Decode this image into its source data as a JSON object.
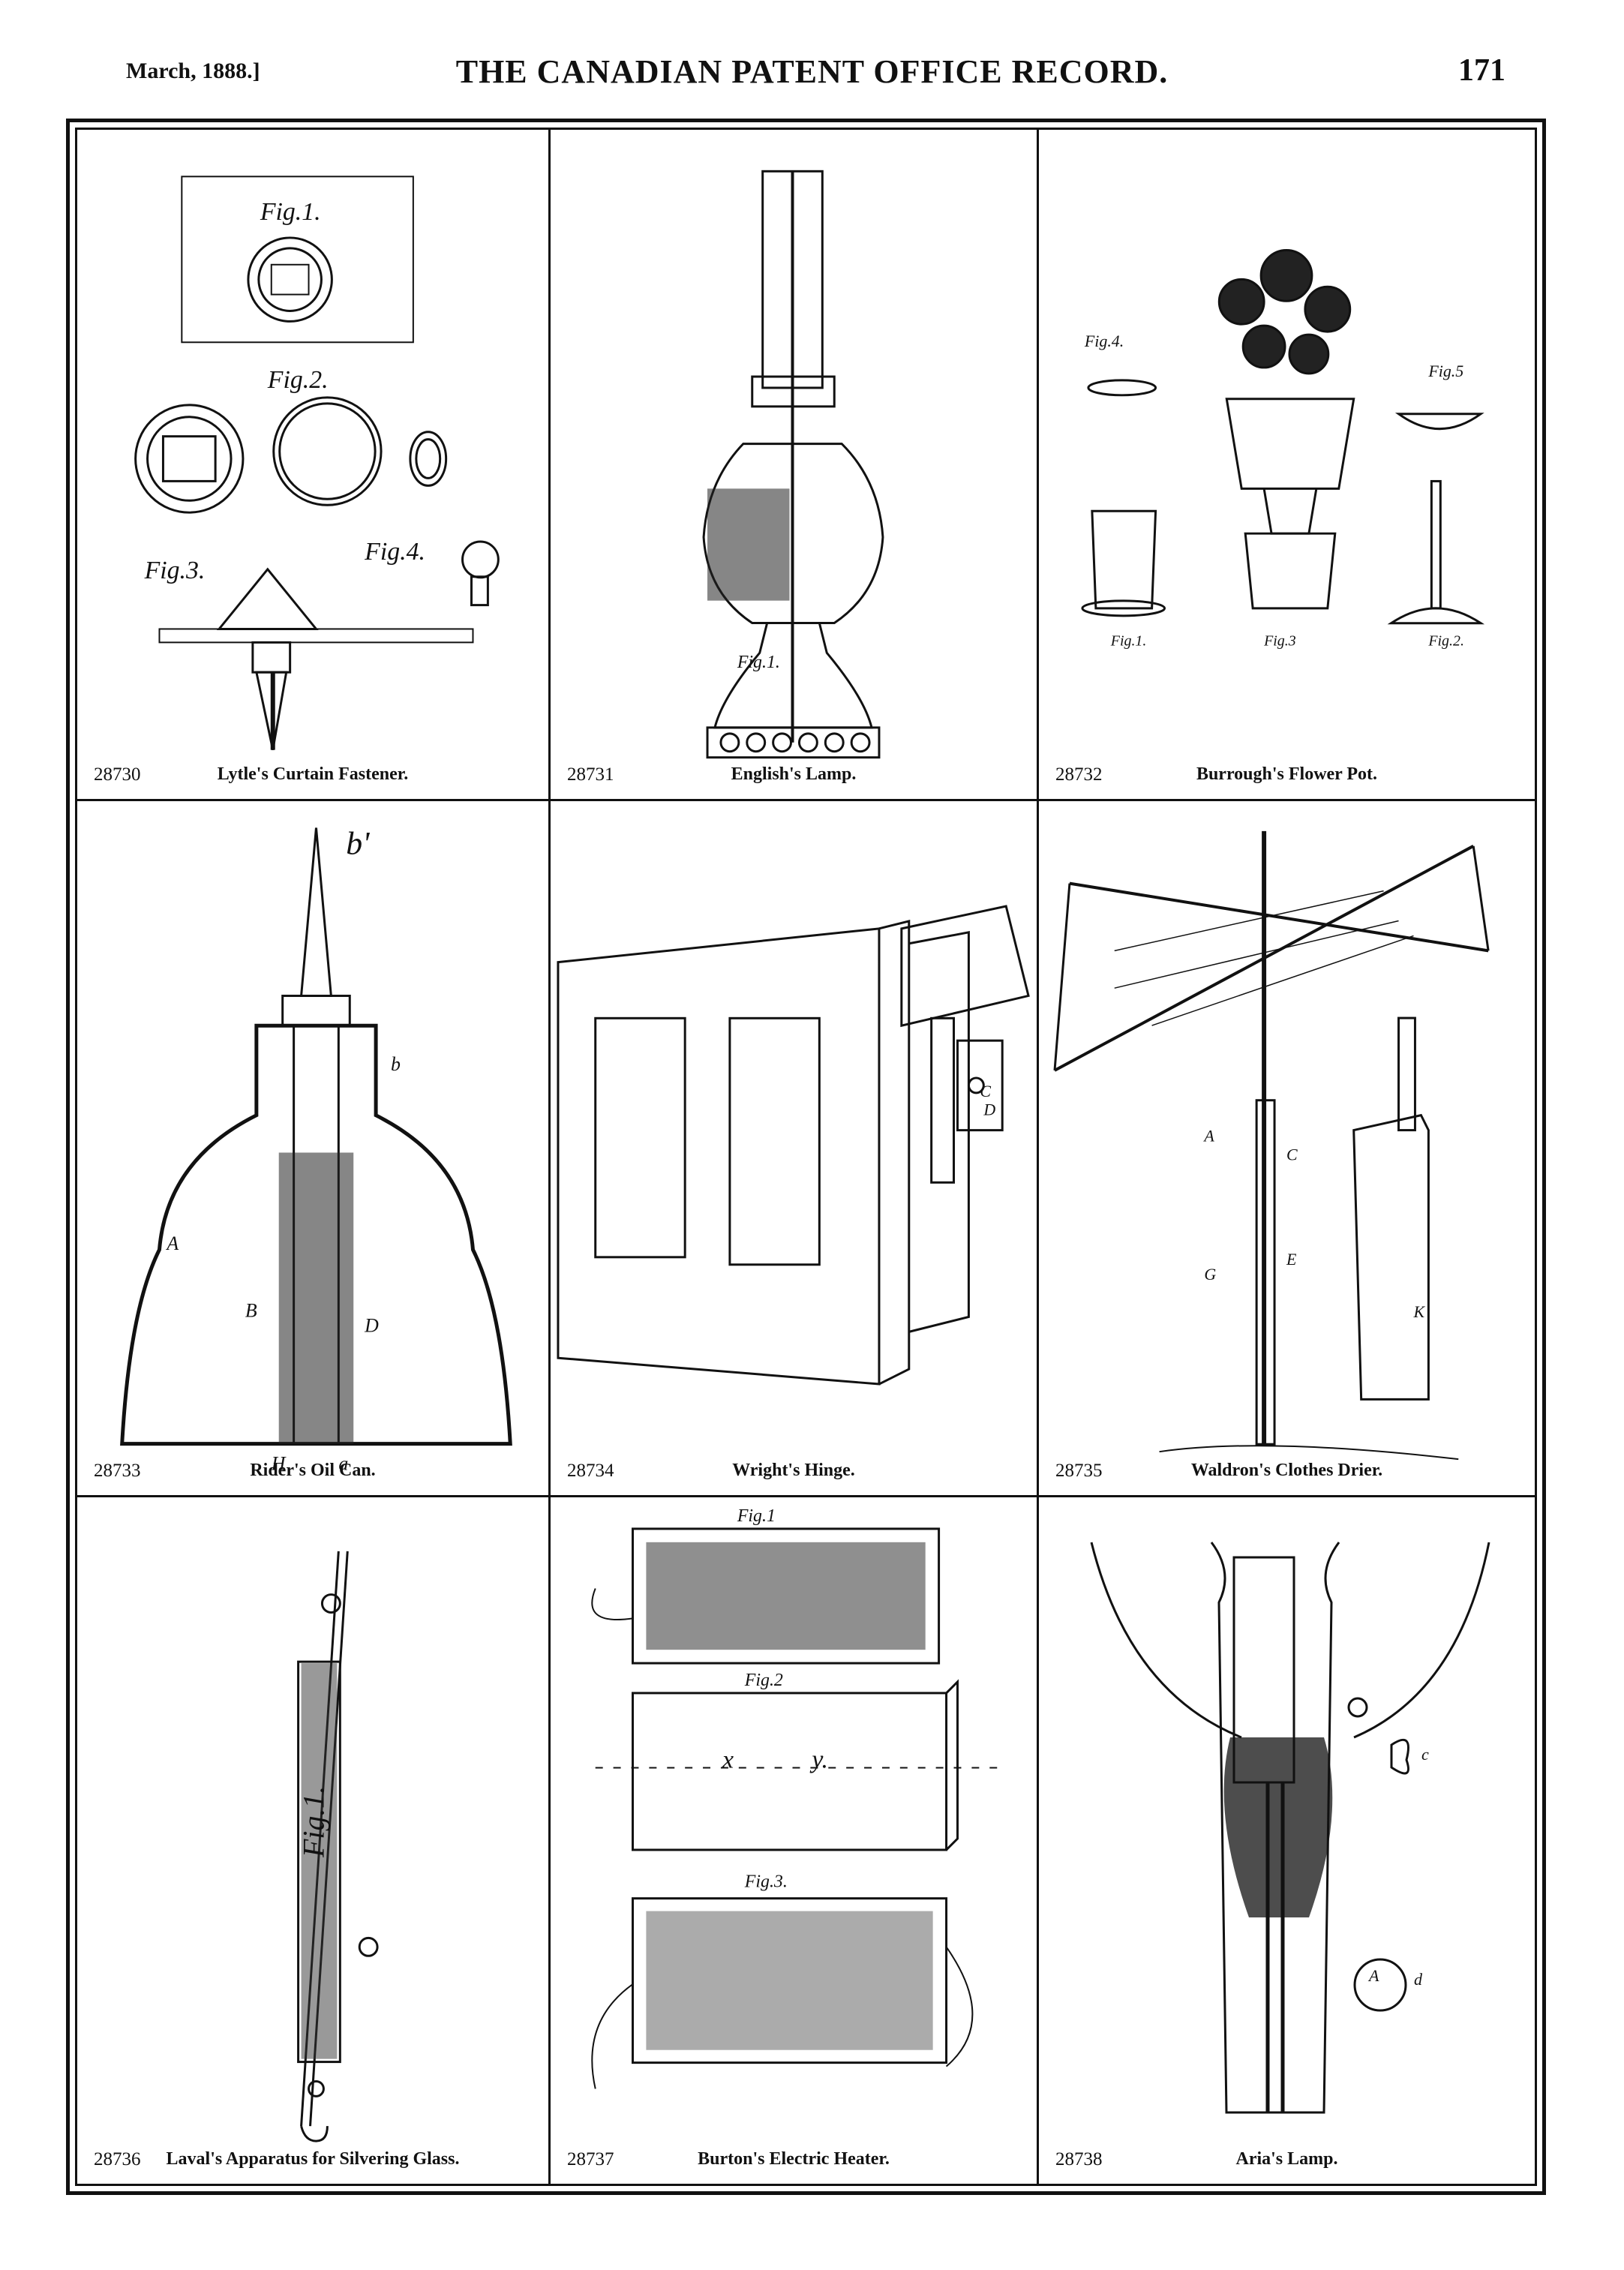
{
  "header": {
    "date": "March, 1888.]",
    "title": "THE CANADIAN PATENT OFFICE RECORD.",
    "page_number": "171"
  },
  "patents": [
    {
      "number": "28730",
      "title": "Lytle's Curtain Fastener.",
      "figure_labels": [
        "Fig.1.",
        "Fig.2.",
        "Fig.3.",
        "Fig.4."
      ]
    },
    {
      "number": "28731",
      "title": "English's Lamp.",
      "figure_labels": [
        "Fig.1."
      ]
    },
    {
      "number": "28732",
      "title": "Burrough's Flower Pot.",
      "figure_labels": [
        "Fig.4.",
        "Fig.5",
        "Fig.1.",
        "Fig.3",
        "Fig.2."
      ]
    },
    {
      "number": "28733",
      "title": "Rider's Oil Can.",
      "figure_labels": [
        "b'",
        "b",
        "A",
        "B",
        "D",
        "H",
        "a"
      ]
    },
    {
      "number": "28734",
      "title": "Wright's Hinge.",
      "figure_labels": [
        "C",
        "D"
      ]
    },
    {
      "number": "28735",
      "title": "Waldron's Clothes Drier.",
      "figure_labels": [
        "A",
        "C",
        "E",
        "G",
        "K"
      ]
    },
    {
      "number": "28736",
      "title": "Laval's Apparatus for Silvering Glass.",
      "figure_labels": [
        "Fig.1."
      ]
    },
    {
      "number": "28737",
      "title": "Burton's Electric Heater.",
      "figure_labels": [
        "Fig.1",
        "Fig.2",
        "Fig.3.",
        "x",
        "y."
      ]
    },
    {
      "number": "28738",
      "title": "Aria's Lamp.",
      "figure_labels": [
        "A",
        "c",
        "d"
      ]
    }
  ]
}
